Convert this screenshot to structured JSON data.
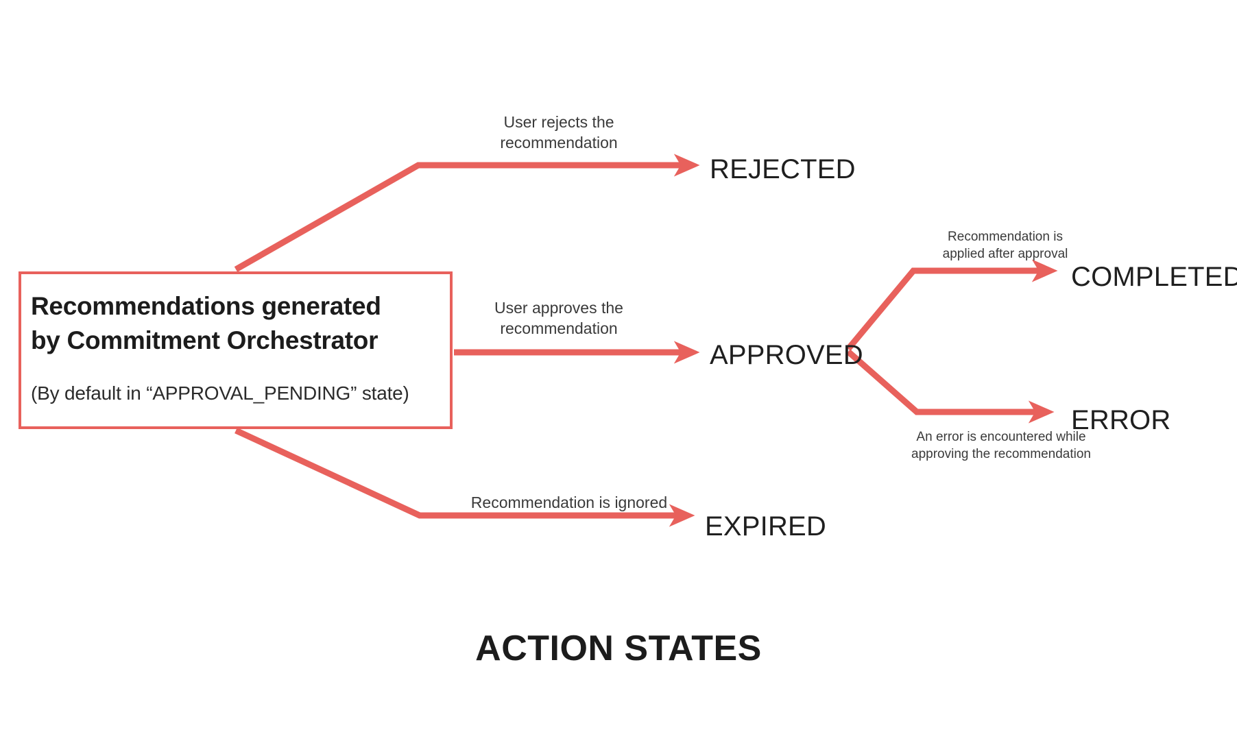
{
  "diagram": {
    "title": "ACTION STATES",
    "accent_color": "#e8615c",
    "text_color": "#1f1f1f",
    "background_color": "#ffffff",
    "source_node": {
      "title": "Recommendations generated\nby Commitment Orchestrator",
      "subtitle": "(By default in “APPROVAL_PENDING” state)"
    },
    "states": {
      "rejected": "REJECTED",
      "approved": "APPROVED",
      "expired": "EXPIRED",
      "completed": "COMPLETED",
      "error": "ERROR"
    },
    "transitions": {
      "to_rejected": "User rejects the\nrecommendation",
      "to_approved": "User approves the\nrecommendation",
      "to_expired": "Recommendation is ignored",
      "to_completed": "Recommendation is\napplied after approval",
      "to_error": "An error is encountered while\napproving the recommendation"
    }
  }
}
